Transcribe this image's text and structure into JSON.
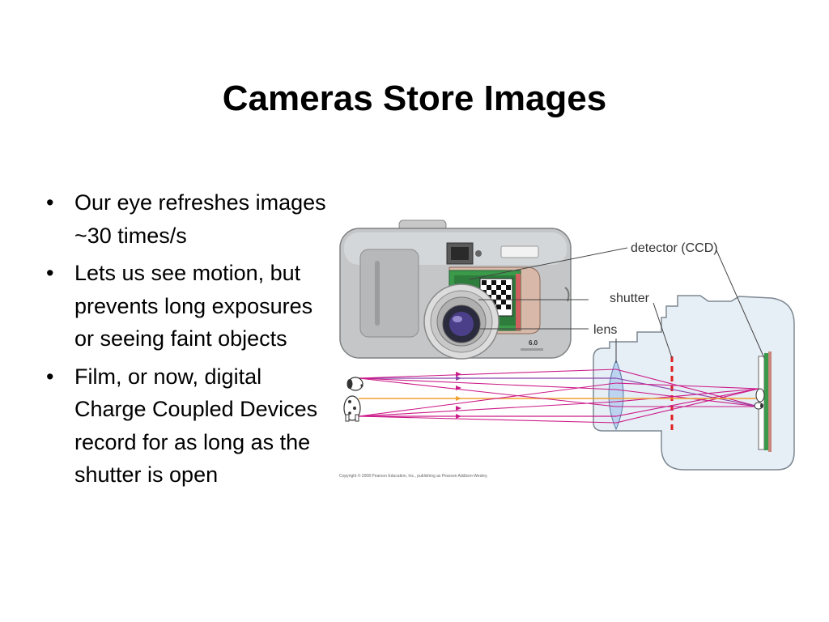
{
  "slide": {
    "title": "Cameras Store Images",
    "bullets": [
      "Our eye refreshes images ~30 times/s",
      "Lets us see motion, but prevents long exposures or seeing faint objects",
      "Film, or now, digital Charge Coupled Devices record for as long as the shutter is open"
    ]
  },
  "figure": {
    "labels": {
      "detector": "detector (CCD)",
      "shutter": "shutter",
      "lens": "lens"
    },
    "camera_badge": "6.0",
    "copyright": "Copyright © 2008 Pearson Education, Inc., publishing as Pearson Addison-Wesley."
  },
  "colors": {
    "ray_magenta": "#cc1a88",
    "ray_orange": "#f0a030",
    "ray_purple": "#8844aa",
    "lens_blue": "#bcd4f0",
    "camera_body_fill": "#e6eef6",
    "shutter_red": "#e02020",
    "ccd_green": "#3a9a4a"
  }
}
